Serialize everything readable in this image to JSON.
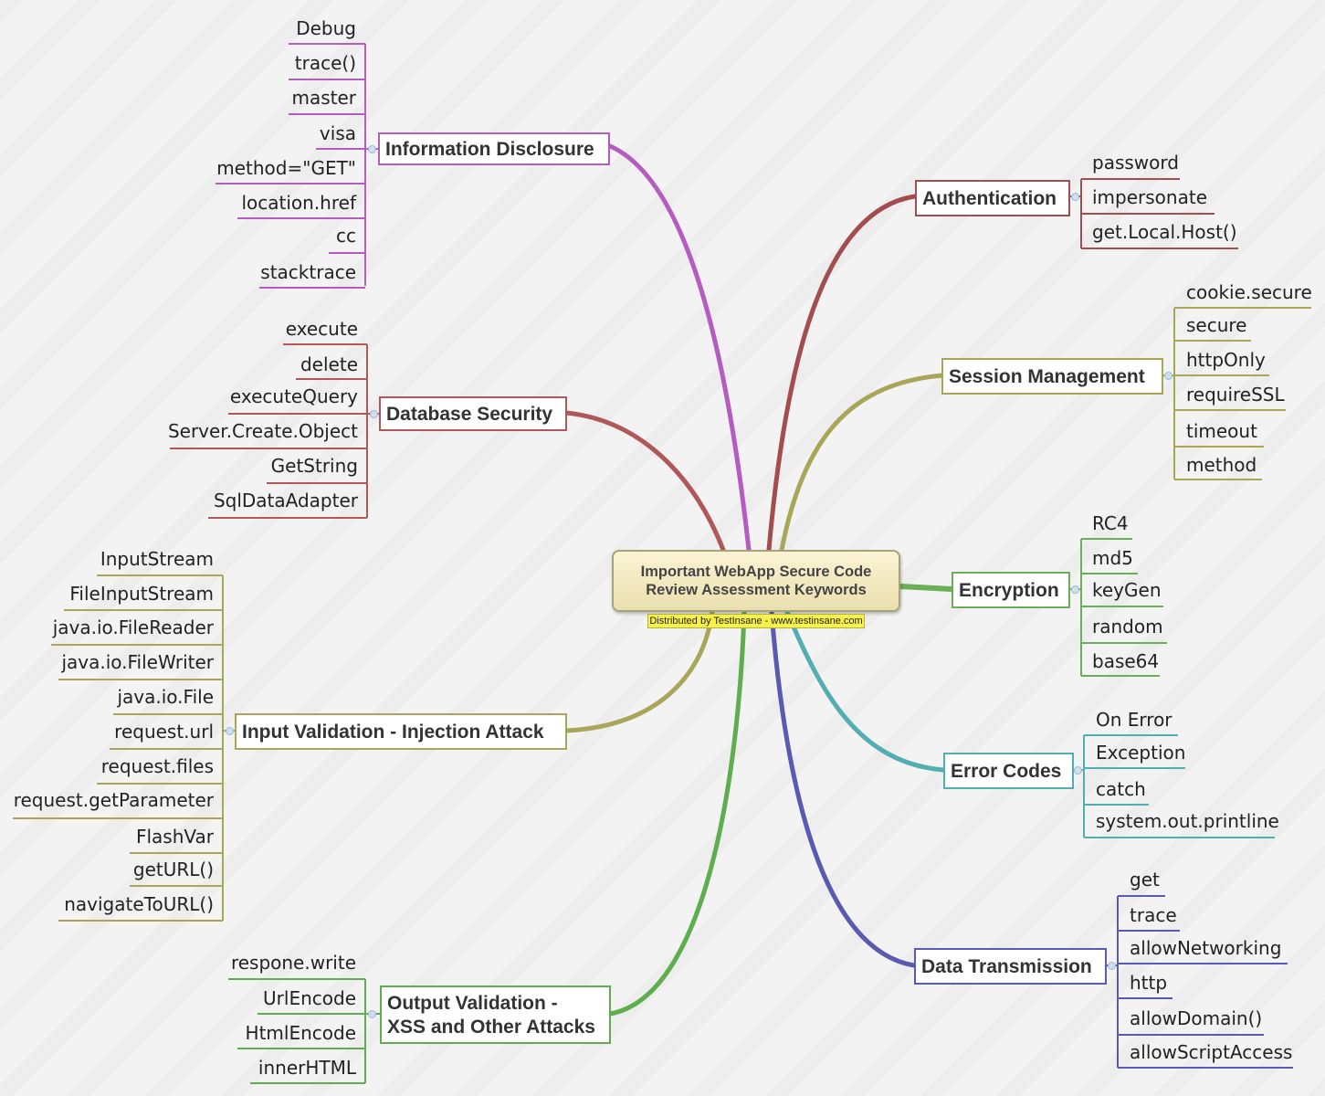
{
  "central": {
    "title_line1": "Important WebApp Secure Code",
    "title_line2": "Review Assessment Keywords",
    "distributed": "Distributed by TestInsane - www.testinsane.com"
  },
  "branches": [
    {
      "id": "info",
      "label": "Information Disclosure",
      "color": "#b55cc0",
      "items": [
        "Debug",
        "trace()",
        "master",
        "visa",
        "method=\"GET\"",
        "location.href",
        "cc",
        "stacktrace"
      ]
    },
    {
      "id": "db",
      "label": "Database Security",
      "color": "#b0575a",
      "items": [
        "execute",
        "delete",
        "executeQuery",
        "Server.Create.Object",
        "GetString",
        "SqlDataAdapter"
      ]
    },
    {
      "id": "input",
      "label": "Input Validation - Injection Attack",
      "color": "#a9a659",
      "items": [
        "InputStream",
        "FileInputStream",
        "java.io.FileReader",
        "java.io.FileWriter",
        "java.io.File",
        "request.url",
        "request.files",
        "request.getParameter",
        "FlashVar",
        "getURL()",
        "navigateToURL()"
      ]
    },
    {
      "id": "output",
      "label_line1": "Output Validation -",
      "label_line2": "XSS and Other Attacks",
      "color": "#5fad4e",
      "items": [
        "respone.write",
        "UrlEncode",
        "HtmlEncode",
        "innerHTML"
      ]
    },
    {
      "id": "auth",
      "label": "Authentication",
      "color": "#a34e4e",
      "items": [
        "password",
        "impersonate",
        "get.Local.Host()"
      ]
    },
    {
      "id": "session",
      "label": "Session Management",
      "color": "#a9a659",
      "items": [
        "cookie.secure",
        "secure",
        "httpOnly",
        "requireSSL",
        "timeout",
        "method"
      ]
    },
    {
      "id": "enc",
      "label": "Encryption",
      "color": "#6aae58",
      "items": [
        "RC4",
        "md5",
        "keyGen",
        "random",
        "base64"
      ]
    },
    {
      "id": "err",
      "label": "Error Codes",
      "color": "#52aeb0",
      "items": [
        "On Error",
        "Exception",
        "catch",
        "system.out.printline"
      ]
    },
    {
      "id": "data",
      "label": "Data Transmission",
      "color": "#5a5ab0",
      "items": [
        "get",
        "trace",
        "allowNetworking",
        "http",
        "allowDomain()",
        "allowScriptAccess"
      ]
    }
  ]
}
